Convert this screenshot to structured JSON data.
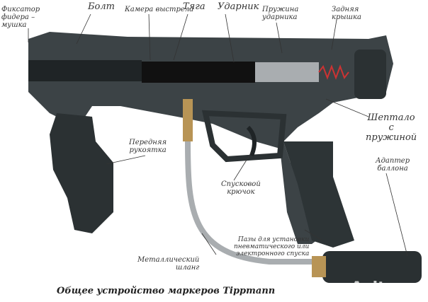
{
  "labels": {
    "feeder_lock": [
      "Фиксатор",
      "фидера –",
      "мушка"
    ],
    "bolt": "Болт",
    "chamber": "Камера выстрела",
    "rod": "Тяга",
    "hammer": "Ударник",
    "hammer_spring": [
      "Пружина",
      "ударника"
    ],
    "back_cover": [
      "Задняя",
      "крышка"
    ],
    "sear": [
      "Шептало",
      "с",
      "пружиной"
    ],
    "front_grip": [
      "Передняя",
      "рукоятка"
    ],
    "adapter": [
      "Адаптер",
      "баллона"
    ],
    "trigger": [
      "Спусковой",
      "крючок"
    ],
    "hose": [
      "Металлический",
      "шланг"
    ],
    "slots": [
      "Пазы для установки",
      "пневматического или",
      "электронного спуска"
    ]
  },
  "caption": "Общее устройство маркеров Tippmann",
  "watermark": "Avito",
  "colors": {
    "body": "#3c4346",
    "dark": "#1f2426",
    "metal": "#a9adb0",
    "brass": "#b89455"
  }
}
